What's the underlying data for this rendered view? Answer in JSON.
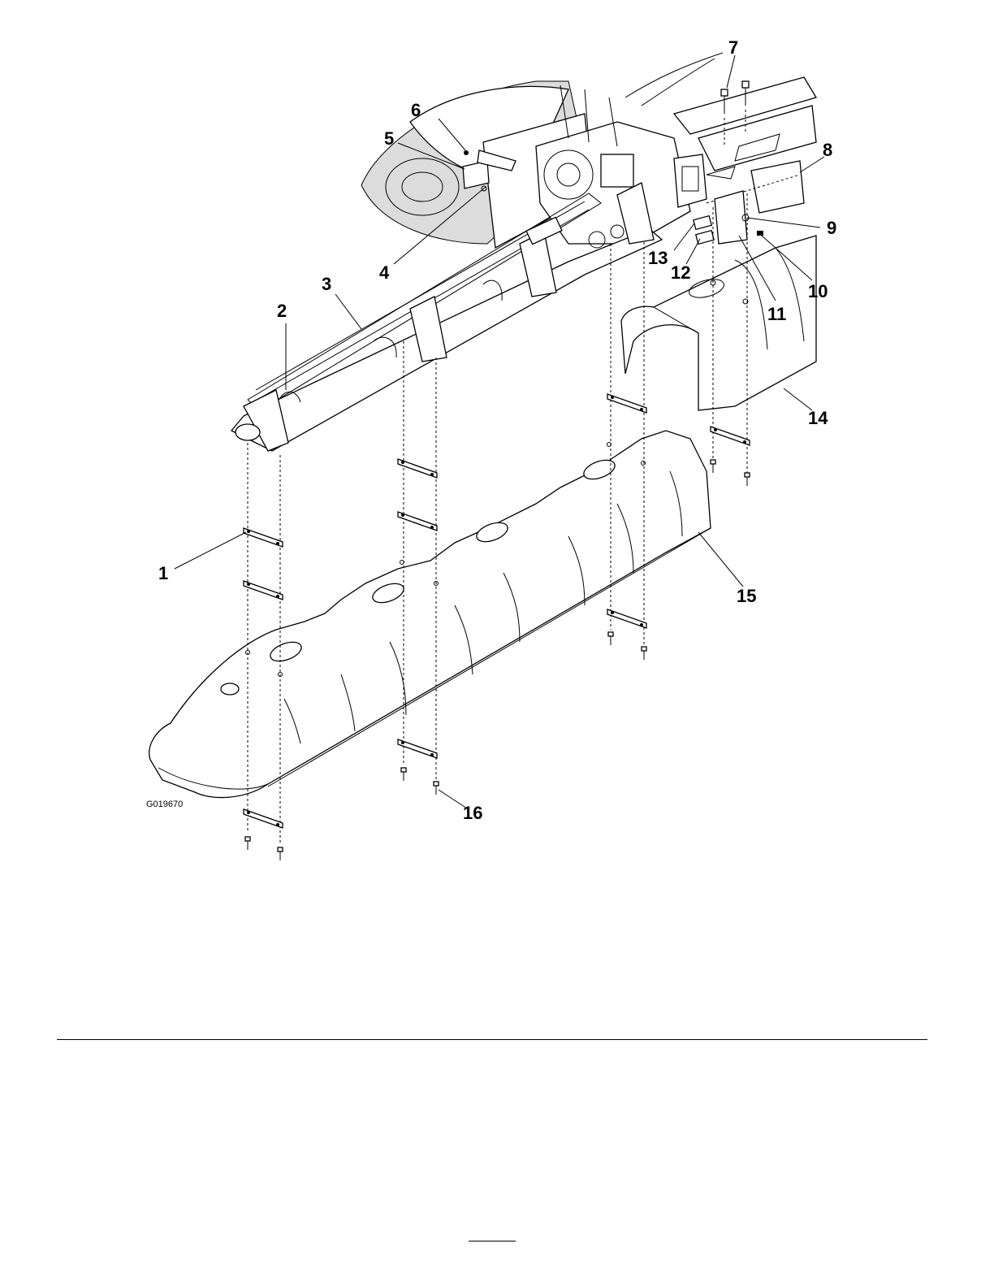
{
  "figure_id": "G019670",
  "callouts": [
    "1",
    "2",
    "3",
    "4",
    "5",
    "6",
    "7",
    "8",
    "9",
    "10",
    "11",
    "12",
    "13",
    "14",
    "15",
    "16"
  ]
}
